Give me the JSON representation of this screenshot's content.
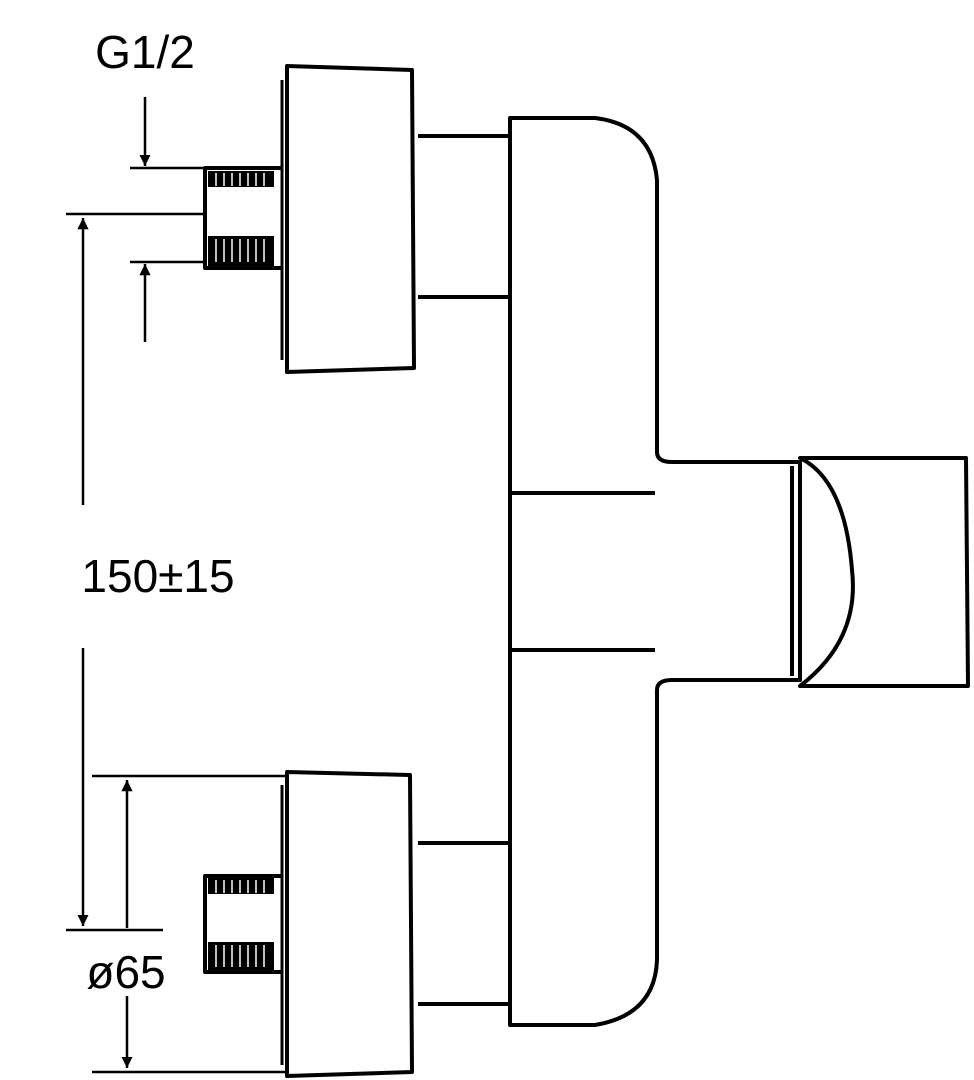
{
  "labels": {
    "thread": "G1/2",
    "spacing": "150±15",
    "diameter": "ø65"
  },
  "colors": {
    "line": "#000000",
    "background": "#ffffff"
  }
}
